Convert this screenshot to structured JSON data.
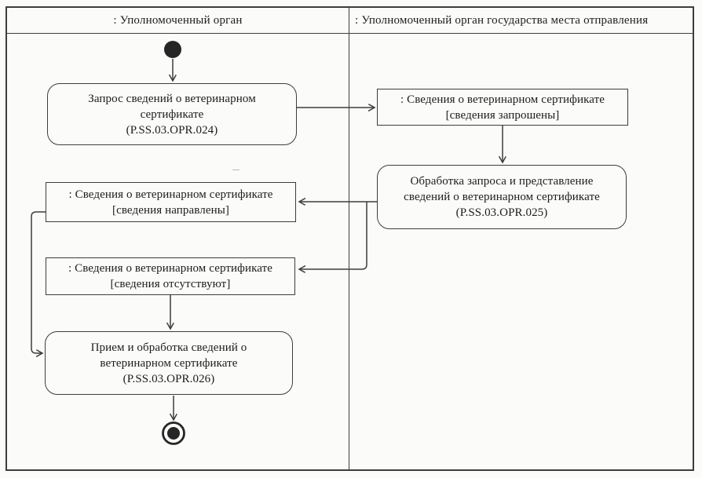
{
  "diagram_type": "uml-activity-swimlane",
  "lanes": [
    {
      "title": ": Уполномоченный орган"
    },
    {
      "title": ": Уполномоченный орган государства места отправления"
    }
  ],
  "boxes": {
    "request": {
      "kind": "activity",
      "lines": [
        "Запрос сведений о ветеринарном",
        "сертификате",
        "(P.SS.03.OPR.024)"
      ]
    },
    "info_requested": {
      "kind": "object",
      "lines": [
        ": Сведения о ветеринарном сертификате",
        "[сведения запрошены]"
      ]
    },
    "processing": {
      "kind": "activity",
      "lines": [
        "Обработка запроса и представление",
        "сведений о ветеринарном сертификате",
        "(P.SS.03.OPR.025)"
      ]
    },
    "info_sent": {
      "kind": "object",
      "lines": [
        ": Сведения о ветеринарном сертификате",
        "[сведения направлены]"
      ]
    },
    "info_absent": {
      "kind": "object",
      "lines": [
        ": Сведения о ветеринарном сертификате",
        "[сведения отсутствуют]"
      ]
    },
    "receive": {
      "kind": "activity",
      "lines": [
        "Прием и обработка сведений о",
        "ветеринарном сертификате",
        "(P.SS.03.OPR.026)"
      ]
    }
  },
  "nodes": {
    "start": "initial-node",
    "final": "final-node"
  },
  "edges": [
    {
      "from": "start",
      "to": "request"
    },
    {
      "from": "request",
      "to": "info_requested"
    },
    {
      "from": "info_requested",
      "to": "processing"
    },
    {
      "from": "processing",
      "to": "info_sent"
    },
    {
      "from": "processing",
      "to": "info_absent"
    },
    {
      "from": "info_sent",
      "to": "receive"
    },
    {
      "from": "info_absent",
      "to": "receive"
    },
    {
      "from": "receive",
      "to": "final"
    }
  ],
  "colors": {
    "line": "#3d3d3d",
    "text": "#1c1c1c",
    "paper": "#fbfbf9"
  }
}
